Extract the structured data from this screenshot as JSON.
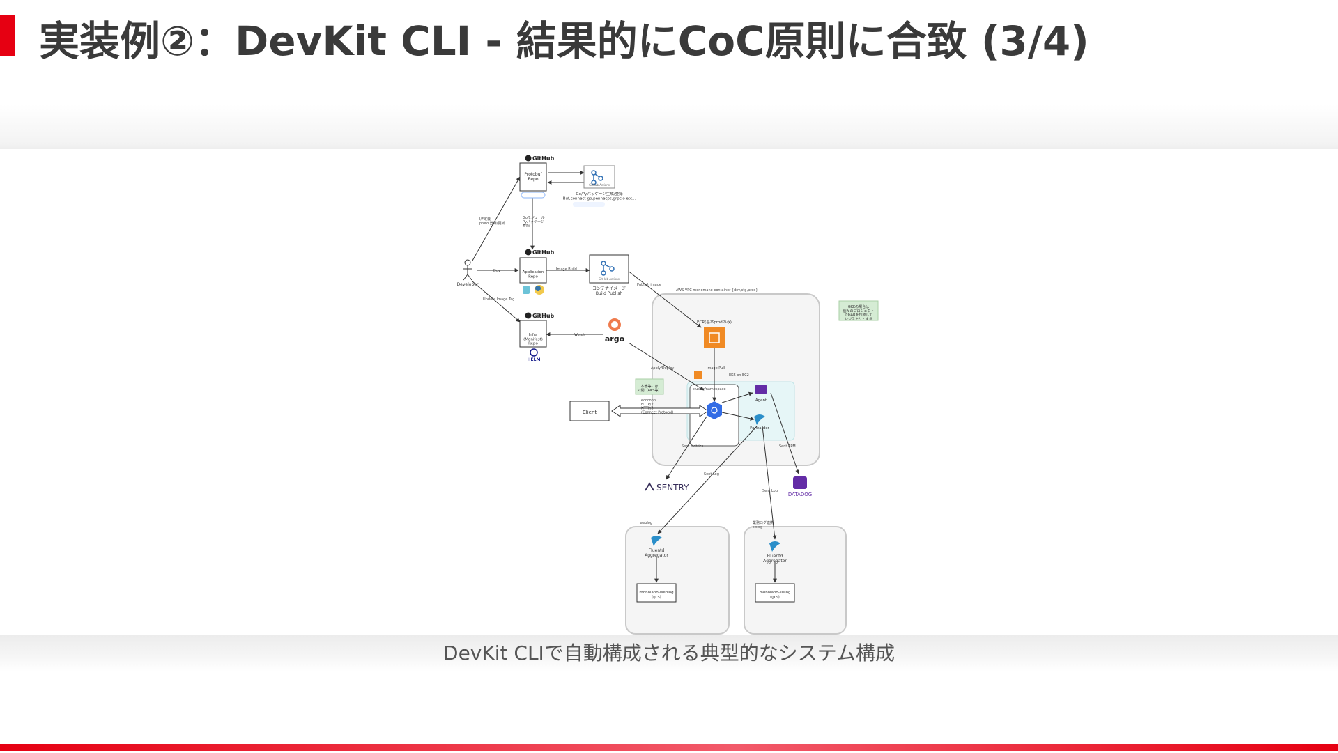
{
  "slide": {
    "title": "実装例②：DevKit CLI - 結果的にCoC原則に合致 (3/4)",
    "caption": "DevKit CLIで自動構成される典型的なシステム構成"
  },
  "colors": {
    "accent": "#e60012",
    "aws_orange": "#f08a24",
    "k8s_blue": "#326ce5",
    "note_green": "#d5ecd4",
    "eks_cyan": "#e6f6f7",
    "sentry": "#362d59",
    "datadog": "#632ca6"
  },
  "diagram": {
    "brand": {
      "github": "GitHub",
      "argo": "argo",
      "sentry": "SENTRY",
      "datadog": "DATADOG",
      "helm": "HELM"
    },
    "nodes": {
      "protobuf": "Protobuf\nRepo",
      "app": "Application\nRepo",
      "infra": "Infra\n(Manifest)\nRepo",
      "actions1_tag": "GitHub Actions",
      "actions1_caption": "Go/Pyパッケージ生成/登録\nBuf,connect-go,pennecps,grpcio etc...",
      "actions2_tag": "GitHub Actions",
      "actions2_caption": "コンテナイメージ\nBuild Publish",
      "developer": "Developer",
      "client": "Client",
      "ecr": "ECR(基本prodのみ)",
      "cluster_ns": "cluster/namespace",
      "agent": "Agent",
      "forwarder": "Forwarder",
      "agg1": "Fluentd\nAggregator",
      "agg2": "Fluentd\nAggregator",
      "store1": "monolano-weblog\n(gcs)",
      "store2": "monolano-sislog\n(gcs)"
    },
    "labels": {
      "if_def": "I/F定義\nproto 登録/更新",
      "dev": "Dev",
      "update_tag": "Update Image Tag",
      "go_py": "Goモジュール\nPyパッケージ\n参照",
      "image_build": "Image Build",
      "publish_image": "Publish image",
      "watch": "Watch",
      "apply": "Apply/Deploy",
      "image_pull": "Image Pull",
      "vpc": "AWS VPC monomano-container-{dev,stg,prod}",
      "eks": "EKS on EC2",
      "protocols": "ecoconn\nHTTP/2\nHTTP/3\n(Connect Protocol)",
      "send_metrics": "Sent Metrics",
      "send_log": "Sent Log",
      "send_log2": "Sent Log",
      "send_apm": "Sent APM",
      "weblog": "weblog",
      "business_log": "業務ログ連携\nsislog"
    },
    "notes": {
      "gke": "GKEの場合は\n個々のプロジェクト\nでGARを作成して\nレジストリとする",
      "public": "本番等には\n公開（AKS等）"
    }
  }
}
